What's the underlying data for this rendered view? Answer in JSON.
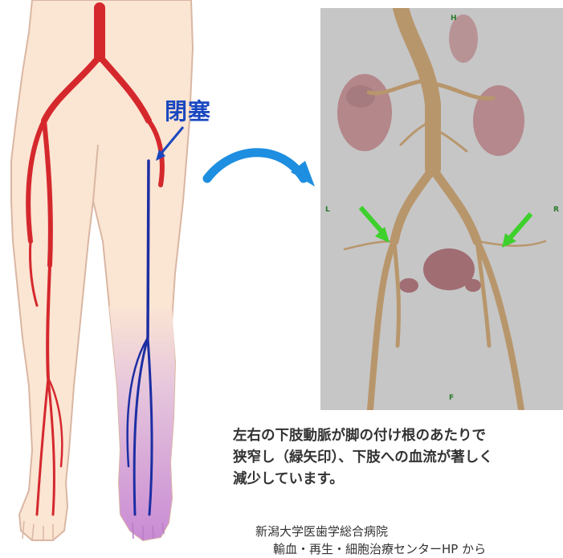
{
  "illustration": {
    "occlusion_label": "閉塞",
    "colors": {
      "skin": "#fbe5d3",
      "skin_outline": "#d9b7a3",
      "artery": "#d5282d",
      "vein": "#1c2ea3",
      "ischemia": "#c98bd4",
      "arrow": "#1e8ee0",
      "label": "#1a47c0"
    }
  },
  "ct_image": {
    "markers": {
      "top": "H",
      "left": "L",
      "right": "R",
      "bottom": "F"
    },
    "colors": {
      "background": "#c6c6c6",
      "vessel": "#b8966c",
      "kidney": "#a6555c",
      "green_arrow": "#3ed02c"
    }
  },
  "caption": {
    "lines": [
      "左右の下肢動脈が脚の付け根のあたりで",
      "狭窄し（緑矢印）、下肢への血流が著しく",
      "減少しています。"
    ]
  },
  "source": {
    "line1": "新潟大学医歯学総合病院",
    "line2": "輸血・再生・細胞治療センターHP から"
  }
}
